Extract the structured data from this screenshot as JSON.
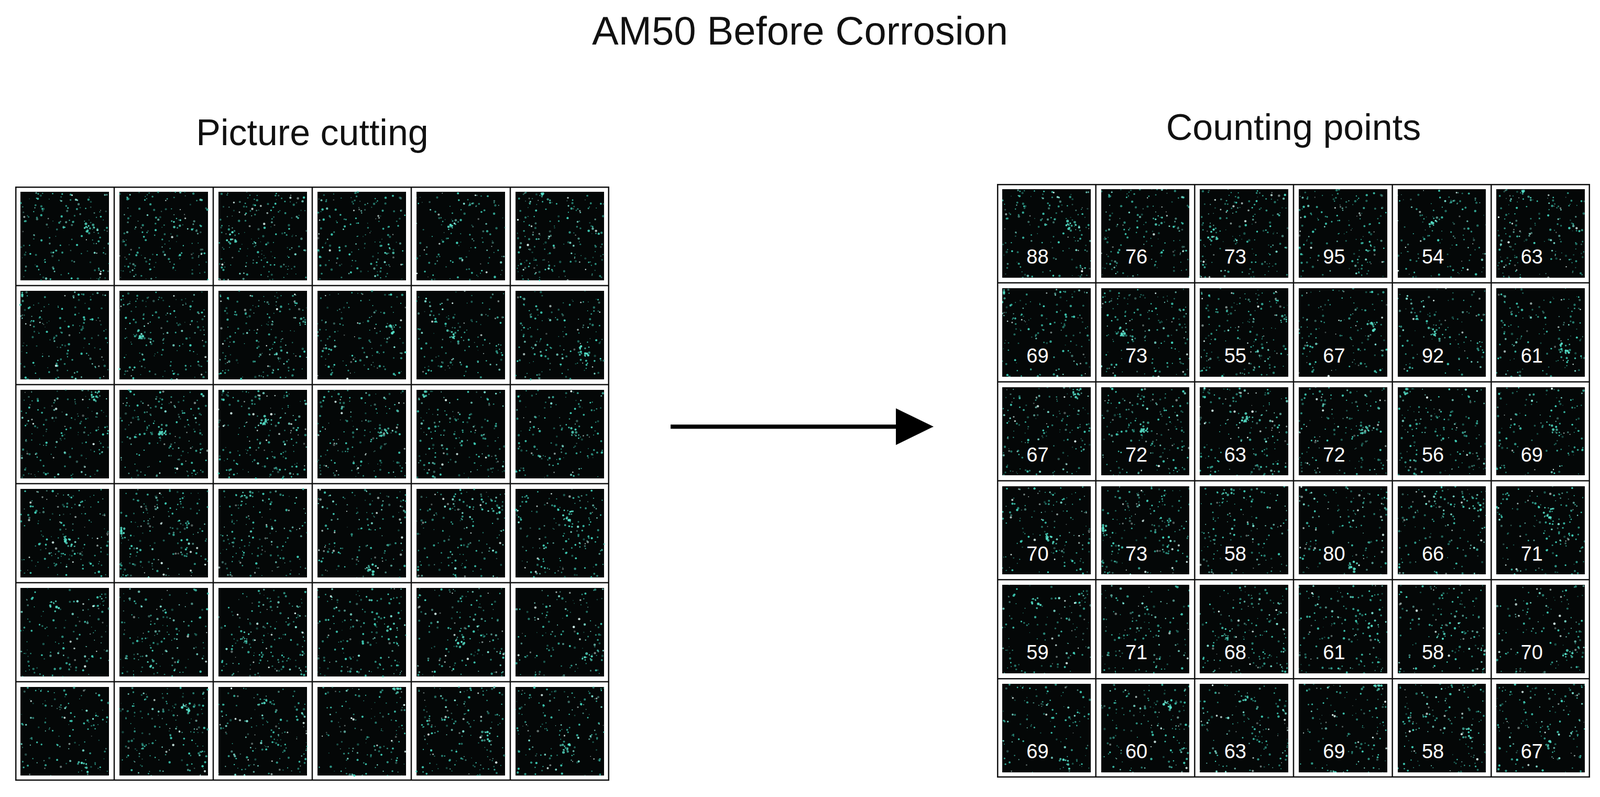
{
  "diagram": {
    "title": "AM50 Before Corrosion",
    "nodes": [
      {
        "text": [
          "Picture cutting"
        ]
      },
      {
        "text": [
          "Counting points"
        ]
      },
      {
        "text": [
          "88"
        ],
        "in": 1
      },
      {
        "text": [
          "76"
        ],
        "in": 1
      },
      {
        "text": [
          "73"
        ],
        "in": 1
      },
      {
        "text": [
          "95"
        ],
        "in": 1
      },
      {
        "text": [
          "54"
        ],
        "in": 1
      },
      {
        "text": [
          "63"
        ],
        "in": 1
      },
      {
        "text": [
          "69"
        ],
        "in": 1
      },
      {
        "text": [
          "73"
        ],
        "in": 1
      },
      {
        "text": [
          "55"
        ],
        "in": 1
      },
      {
        "text": [
          "67"
        ],
        "in": 1
      },
      {
        "text": [
          "92"
        ],
        "in": 1
      },
      {
        "text": [
          "61"
        ],
        "in": 1
      },
      {
        "text": [
          "67"
        ],
        "in": 1
      },
      {
        "text": [
          "72"
        ],
        "in": 1
      },
      {
        "text": [
          "63"
        ],
        "in": 1
      },
      {
        "text": [
          "72"
        ],
        "in": 1
      },
      {
        "text": [
          "56"
        ],
        "in": 1
      },
      {
        "text": [
          "69"
        ],
        "in": 1
      },
      {
        "text": [
          "70"
        ],
        "in": 1
      },
      {
        "text": [
          "73"
        ],
        "in": 1
      },
      {
        "text": [
          "58"
        ],
        "in": 1
      },
      {
        "text": [
          "80"
        ],
        "in": 1
      },
      {
        "text": [
          "66"
        ],
        "in": 1
      },
      {
        "text": [
          "71"
        ],
        "in": 1
      },
      {
        "text": [
          "59"
        ],
        "in": 1
      },
      {
        "text": [
          "71"
        ],
        "in": 1
      },
      {
        "text": [
          "68"
        ],
        "in": 1
      },
      {
        "text": [
          "61"
        ],
        "in": 1
      },
      {
        "text": [
          "58"
        ],
        "in": 1
      },
      {
        "text": [
          "70"
        ],
        "in": 1
      },
      {
        "text": [
          "69"
        ],
        "in": 1
      },
      {
        "text": [
          "60"
        ],
        "in": 1
      },
      {
        "text": [
          "63"
        ],
        "in": 1
      },
      {
        "text": [
          "69"
        ],
        "in": 1
      },
      {
        "text": [
          "58"
        ],
        "in": 1
      },
      {
        "text": [
          "67"
        ],
        "in": 1
      }
    ],
    "edges": [
      {
        "from": 0,
        "to": 1,
        "arrow": "to"
      }
    ]
  }
}
